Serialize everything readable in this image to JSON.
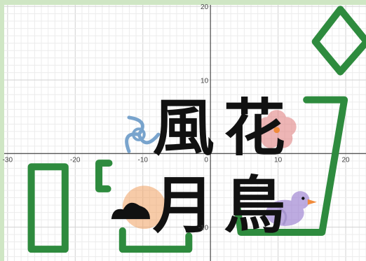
{
  "chart_data": {
    "type": "scatter",
    "xlim": [
      -30.5,
      23
    ],
    "ylim": [
      -14.6,
      20.2
    ],
    "grid": true,
    "x_ticks": [
      -30,
      -20,
      -10,
      0,
      10,
      20
    ],
    "x_tick_labels": [
      "-30",
      "-20",
      "-10",
      "0",
      "10",
      "20"
    ],
    "y_ticks": [
      20,
      10,
      -10
    ],
    "y_tick_labels": [
      "20",
      "10",
      "-10"
    ],
    "kanji": [
      {
        "char": "風",
        "x": -4,
        "y": 3.5
      },
      {
        "char": "花",
        "x": 6.5,
        "y": 3.5
      },
      {
        "char": "月",
        "x": -4,
        "y": -7
      },
      {
        "char": "鳥",
        "x": 6.5,
        "y": -7
      }
    ],
    "series_colors": {
      "green": "#2e8b3e",
      "blue": "#6b9bc8",
      "red": "#e07a7a",
      "orange": "#f0a060",
      "purple": "#9b7fd1",
      "dark": "#111111"
    },
    "shapes": [
      {
        "name": "diamond",
        "color": "#2e8b3e",
        "points": [
          [
            15.5,
            15.2
          ],
          [
            19.2,
            19.6
          ],
          [
            23.1,
            15.2
          ],
          [
            19.2,
            11.1
          ]
        ],
        "closed": true
      },
      {
        "name": "vase",
        "color": "#2e8b3e",
        "points": [
          [
            14.2,
            7.3
          ],
          [
            19.8,
            7.3
          ],
          [
            16.5,
            -10.7
          ],
          [
            4.5,
            -10.7
          ],
          [
            4,
            -7.5
          ]
        ],
        "closed": false
      },
      {
        "name": "left-rect",
        "color": "#2e8b3e",
        "points": [
          [
            -26.5,
            -1.8
          ],
          [
            -21.5,
            -1.8
          ],
          [
            -21.5,
            -13
          ],
          [
            -26.5,
            -13
          ]
        ],
        "closed": true
      },
      {
        "name": "left-bracket",
        "color": "#2e8b3e",
        "points": [
          [
            -15,
            -1.3
          ],
          [
            -16.5,
            -1.3
          ],
          [
            -16.5,
            -4.8
          ],
          [
            -15.2,
            -4.8
          ]
        ],
        "closed": false
      },
      {
        "name": "bottom-bracket",
        "color": "#2e8b3e",
        "points": [
          [
            -13,
            -10.5
          ],
          [
            -13,
            -13
          ],
          [
            -3.2,
            -13
          ],
          [
            -3.2,
            -11.2
          ]
        ],
        "closed": false
      }
    ],
    "marks": [
      {
        "name": "moon",
        "shape": "circle",
        "color": "#f0a060",
        "x": -9.8,
        "y": -7.3,
        "r": 3.2,
        "opacity": 0.55
      },
      {
        "name": "cloud",
        "shape": "cloud",
        "color": "#111111",
        "x": -11.8,
        "y": -8.3,
        "r": 2.2,
        "opacity": 1
      },
      {
        "name": "plum-blossom",
        "shape": "flower",
        "color": "#e07a7a",
        "x": 9.8,
        "y": 3.2,
        "r": 1.7,
        "opacity": 0.55
      },
      {
        "name": "plum-center",
        "shape": "circle",
        "color": "#f08a3a",
        "x": 9.8,
        "y": 3.2,
        "r": 0.45,
        "opacity": 1
      },
      {
        "name": "wind-swirl",
        "shape": "swirl",
        "color": "#6b9bc8",
        "x": -10.6,
        "y": 2.6,
        "r": 2.9,
        "opacity": 0.9
      },
      {
        "name": "bird",
        "shape": "bird",
        "color": "#9b7fd1",
        "x": 11,
        "y": -7.7,
        "r": 2.7,
        "opacity": 0.65
      }
    ]
  }
}
